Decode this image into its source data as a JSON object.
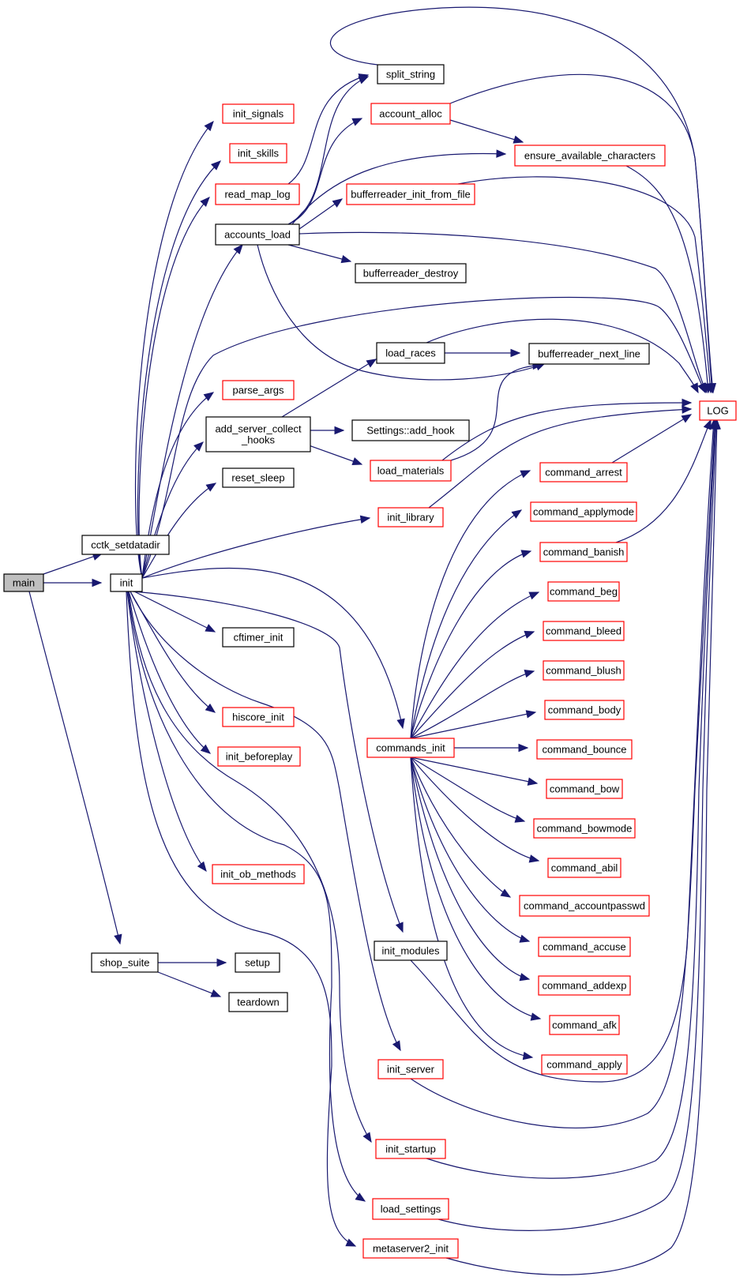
{
  "colors": {
    "edge": "#191970",
    "node_border_linked": "#ff0000",
    "node_border_plain": "#000000",
    "node_fill": "#ffffff",
    "node_fill_selected": "#bfbfbf"
  },
  "nodes": {
    "main": {
      "label": "main",
      "style": "selected"
    },
    "cctk_setdatadir": {
      "label": "cctk_setdatadir",
      "style": "plain"
    },
    "init": {
      "label": "init",
      "style": "plain"
    },
    "shop_suite": {
      "label": "shop_suite",
      "style": "plain"
    },
    "setup": {
      "label": "setup",
      "style": "plain"
    },
    "teardown": {
      "label": "teardown",
      "style": "plain"
    },
    "init_signals": {
      "label": "init_signals",
      "style": "linked"
    },
    "init_skills": {
      "label": "init_skills",
      "style": "linked"
    },
    "read_map_log": {
      "label": "read_map_log",
      "style": "linked"
    },
    "accounts_load": {
      "label": "accounts_load",
      "style": "plain"
    },
    "parse_args": {
      "label": "parse_args",
      "style": "linked"
    },
    "add_server_collect_hooks": {
      "label": [
        "add_server_collect",
        "_hooks"
      ],
      "style": "plain"
    },
    "reset_sleep": {
      "label": "reset_sleep",
      "style": "plain"
    },
    "cftimer_init": {
      "label": "cftimer_init",
      "style": "plain"
    },
    "hiscore_init": {
      "label": "hiscore_init",
      "style": "linked"
    },
    "init_beforeplay": {
      "label": "init_beforeplay",
      "style": "linked"
    },
    "init_ob_methods": {
      "label": "init_ob_methods",
      "style": "linked"
    },
    "split_string": {
      "label": "split_string",
      "style": "plain"
    },
    "account_alloc": {
      "label": "account_alloc",
      "style": "linked"
    },
    "bufferreader_init_from_file": {
      "label": "bufferreader_init_from_file",
      "style": "linked"
    },
    "bufferreader_destroy": {
      "label": "bufferreader_destroy",
      "style": "plain"
    },
    "load_races": {
      "label": "load_races",
      "style": "plain"
    },
    "settings_add_hook": {
      "label": "Settings::add_hook",
      "style": "plain"
    },
    "load_materials": {
      "label": "load_materials",
      "style": "linked"
    },
    "init_library": {
      "label": "init_library",
      "style": "linked"
    },
    "commands_init": {
      "label": "commands_init",
      "style": "linked"
    },
    "init_modules": {
      "label": "init_modules",
      "style": "plain"
    },
    "init_server": {
      "label": "init_server",
      "style": "linked"
    },
    "init_startup": {
      "label": "init_startup",
      "style": "linked"
    },
    "load_settings": {
      "label": "load_settings",
      "style": "linked"
    },
    "metaserver2_init": {
      "label": "metaserver2_init",
      "style": "linked"
    },
    "ensure_available_characters": {
      "label": "ensure_available_characters",
      "style": "linked"
    },
    "bufferreader_next_line": {
      "label": "bufferreader_next_line",
      "style": "plain"
    },
    "command_arrest": {
      "label": "command_arrest",
      "style": "linked"
    },
    "command_applymode": {
      "label": "command_applymode",
      "style": "linked"
    },
    "command_banish": {
      "label": "command_banish",
      "style": "linked"
    },
    "command_beg": {
      "label": "command_beg",
      "style": "linked"
    },
    "command_bleed": {
      "label": "command_bleed",
      "style": "linked"
    },
    "command_blush": {
      "label": "command_blush",
      "style": "linked"
    },
    "command_body": {
      "label": "command_body",
      "style": "linked"
    },
    "command_bounce": {
      "label": "command_bounce",
      "style": "linked"
    },
    "command_bow": {
      "label": "command_bow",
      "style": "linked"
    },
    "command_bowmode": {
      "label": "command_bowmode",
      "style": "linked"
    },
    "command_abil": {
      "label": "command_abil",
      "style": "linked"
    },
    "command_accountpasswd": {
      "label": "command_accountpasswd",
      "style": "linked"
    },
    "command_accuse": {
      "label": "command_accuse",
      "style": "linked"
    },
    "command_addexp": {
      "label": "command_addexp",
      "style": "linked"
    },
    "command_afk": {
      "label": "command_afk",
      "style": "linked"
    },
    "command_apply": {
      "label": "command_apply",
      "style": "linked"
    },
    "LOG": {
      "label": "LOG",
      "style": "linked"
    }
  },
  "edges": [
    [
      "main",
      "cctk_setdatadir"
    ],
    [
      "main",
      "init"
    ],
    [
      "main",
      "shop_suite"
    ],
    [
      "shop_suite",
      "setup"
    ],
    [
      "shop_suite",
      "teardown"
    ],
    [
      "init",
      "init_signals"
    ],
    [
      "init",
      "init_skills"
    ],
    [
      "init",
      "read_map_log"
    ],
    [
      "init",
      "accounts_load"
    ],
    [
      "init",
      "LOG"
    ],
    [
      "init",
      "parse_args"
    ],
    [
      "init",
      "add_server_collect_hooks"
    ],
    [
      "init",
      "reset_sleep"
    ],
    [
      "init",
      "init_library"
    ],
    [
      "init",
      "commands_init"
    ],
    [
      "init",
      "cftimer_init"
    ],
    [
      "init",
      "hiscore_init"
    ],
    [
      "init",
      "init_beforeplay"
    ],
    [
      "init",
      "init_ob_methods"
    ],
    [
      "init",
      "init_modules"
    ],
    [
      "init",
      "init_server"
    ],
    [
      "init",
      "init_startup"
    ],
    [
      "init",
      "load_settings"
    ],
    [
      "init",
      "metaserver2_init"
    ],
    [
      "read_map_log",
      "split_string"
    ],
    [
      "accounts_load",
      "split_string"
    ],
    [
      "accounts_load",
      "account_alloc"
    ],
    [
      "accounts_load",
      "ensure_available_characters"
    ],
    [
      "accounts_load",
      "bufferreader_init_from_file"
    ],
    [
      "accounts_load",
      "LOG"
    ],
    [
      "accounts_load",
      "bufferreader_destroy"
    ],
    [
      "accounts_load",
      "bufferreader_next_line"
    ],
    [
      "account_alloc",
      "ensure_available_characters"
    ],
    [
      "account_alloc",
      "LOG"
    ],
    [
      "ensure_available_characters",
      "LOG"
    ],
    [
      "bufferreader_init_from_file",
      "LOG"
    ],
    [
      "split_string",
      "LOG"
    ],
    [
      "add_server_collect_hooks",
      "load_races"
    ],
    [
      "add_server_collect_hooks",
      "settings_add_hook"
    ],
    [
      "add_server_collect_hooks",
      "load_materials"
    ],
    [
      "load_races",
      "bufferreader_next_line"
    ],
    [
      "load_races",
      "LOG"
    ],
    [
      "load_materials",
      "bufferreader_next_line"
    ],
    [
      "load_materials",
      "LOG"
    ],
    [
      "init_library",
      "LOG"
    ],
    [
      "commands_init",
      "command_arrest"
    ],
    [
      "commands_init",
      "command_applymode"
    ],
    [
      "commands_init",
      "command_banish"
    ],
    [
      "commands_init",
      "command_beg"
    ],
    [
      "commands_init",
      "command_bleed"
    ],
    [
      "commands_init",
      "command_blush"
    ],
    [
      "commands_init",
      "command_body"
    ],
    [
      "commands_init",
      "command_bounce"
    ],
    [
      "commands_init",
      "command_bow"
    ],
    [
      "commands_init",
      "command_bowmode"
    ],
    [
      "commands_init",
      "command_abil"
    ],
    [
      "commands_init",
      "command_accountpasswd"
    ],
    [
      "commands_init",
      "command_accuse"
    ],
    [
      "commands_init",
      "command_addexp"
    ],
    [
      "commands_init",
      "command_afk"
    ],
    [
      "commands_init",
      "command_apply"
    ],
    [
      "command_arrest",
      "LOG"
    ],
    [
      "command_banish",
      "LOG"
    ],
    [
      "init_modules",
      "LOG"
    ],
    [
      "init_server",
      "LOG"
    ],
    [
      "init_startup",
      "LOG"
    ],
    [
      "load_settings",
      "LOG"
    ],
    [
      "metaserver2_init",
      "LOG"
    ]
  ]
}
